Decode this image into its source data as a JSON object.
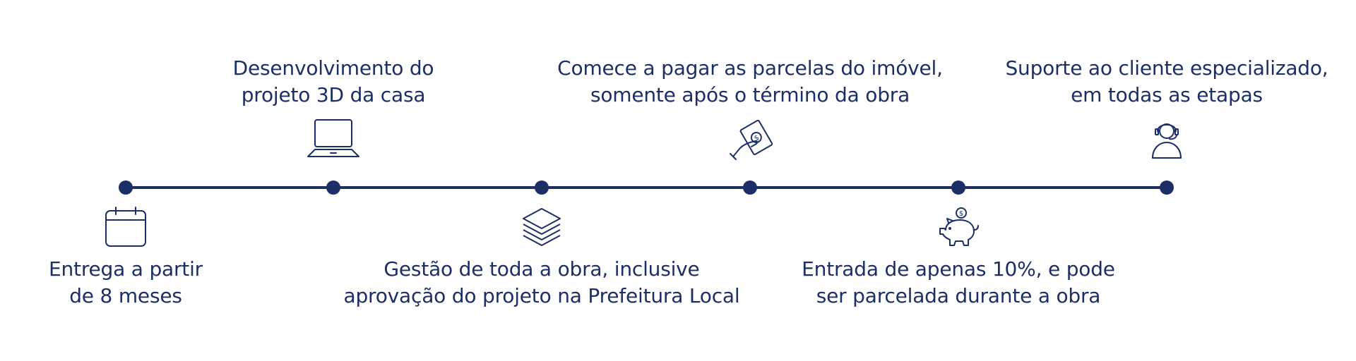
{
  "theme": {
    "primary": "#1c2e66",
    "background": "#ffffff"
  },
  "timeline": {
    "steps": [
      {
        "text_line1": "Entrega a partir",
        "text_line2": "de 8 meses",
        "icon": "calendar-icon",
        "position": "below"
      },
      {
        "text_line1": "Desenvolvimento do",
        "text_line2": "projeto 3D da casa",
        "icon": "laptop-icon",
        "position": "above"
      },
      {
        "text_line1": "Gestão de toda a obra, inclusive",
        "text_line2": "aprovação do projeto na Prefeitura Local",
        "icon": "stacked-layers-icon",
        "position": "below"
      },
      {
        "text_line1": "Comece a pagar as parcelas do imóvel,",
        "text_line2": "somente após o término da obra",
        "icon": "hand-money-icon",
        "position": "above"
      },
      {
        "text_line1": "Entrada de apenas 10%, e pode",
        "text_line2": "ser parcelada durante a obra",
        "icon": "piggy-bank-icon",
        "position": "below"
      },
      {
        "text_line1": "Suporte ao cliente especializado,",
        "text_line2": "em todas as etapas",
        "icon": "headset-support-icon",
        "position": "above"
      }
    ]
  }
}
